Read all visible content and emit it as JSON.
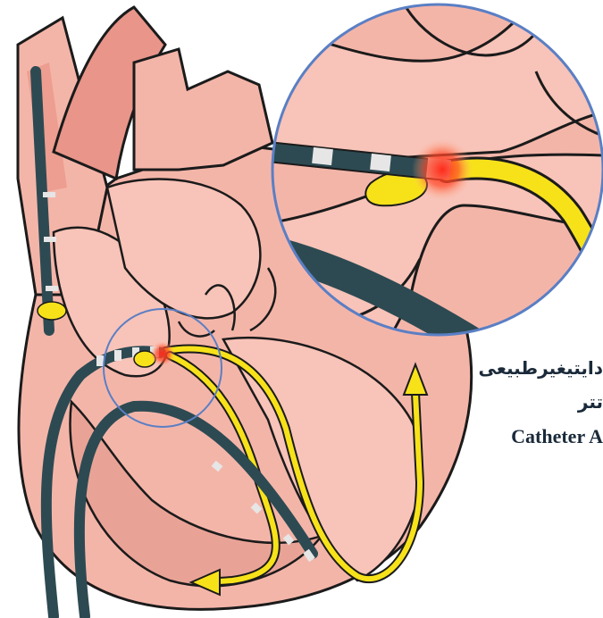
{
  "diagram": {
    "labels": {
      "line1": "دایتیغیرطبیعی",
      "line2": "تتر",
      "line3": "Catheter A"
    },
    "colors": {
      "tissue_fill": "#f4b5a9",
      "tissue_dark": "#e88f80",
      "outline": "#1b1b1b",
      "catheter": "#2d4a52",
      "catheter_band": "#e6e6e6",
      "conduction_path": "#f7e21a",
      "ablation_glow": "#e8202a",
      "magnifier_ring": "#5a7fc4"
    }
  }
}
